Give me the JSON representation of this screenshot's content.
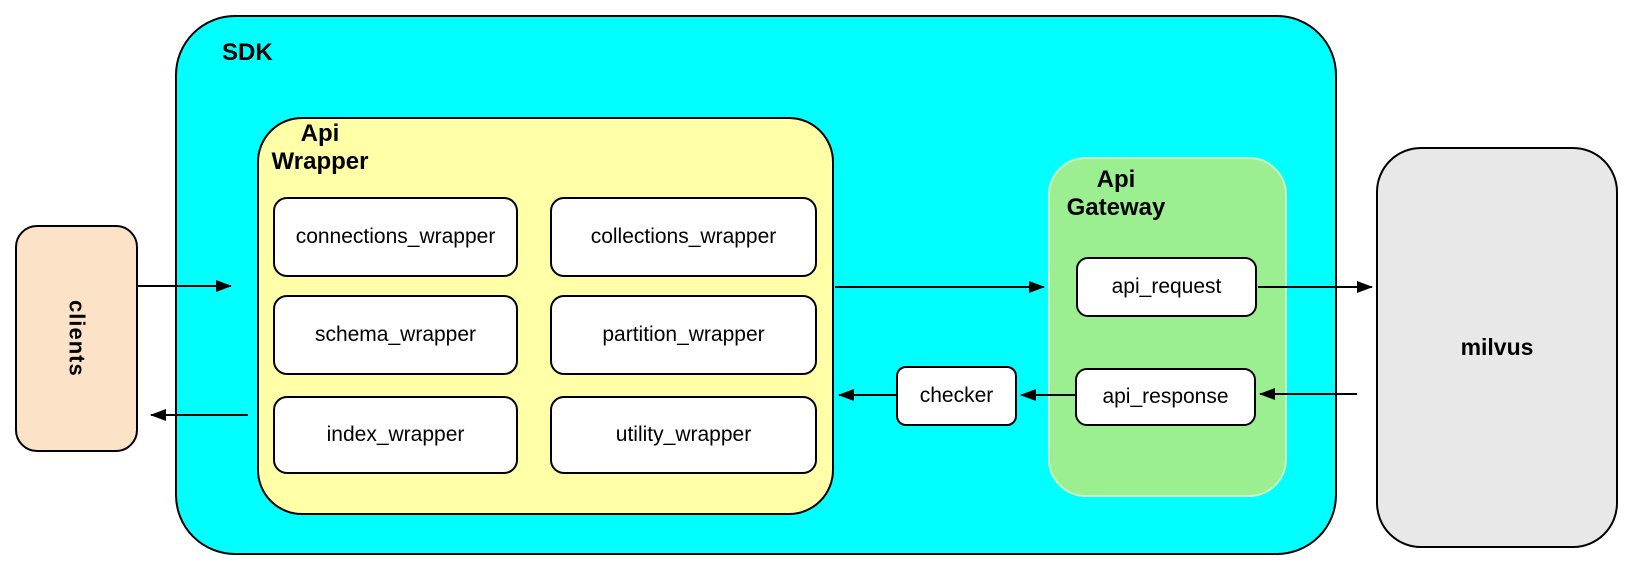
{
  "clients": {
    "label": "clients"
  },
  "sdk": {
    "label": "SDK"
  },
  "api_wrapper": {
    "label_line1": "Api",
    "label_line2": "Wrapper",
    "boxes": [
      "connections_wrapper",
      "collections_wrapper",
      "schema_wrapper",
      "partition_wrapper",
      "index_wrapper",
      "utility_wrapper"
    ]
  },
  "api_gateway": {
    "label_line1": "Api",
    "label_line2": "Gateway",
    "request_label": "api_request",
    "response_label": "api_response"
  },
  "checker": {
    "label": "checker"
  },
  "milvus": {
    "label": "milvus"
  },
  "edges": [
    {
      "from": "clients",
      "to": "sdk"
    },
    {
      "from": "api_wrapper",
      "to": "api_request"
    },
    {
      "from": "api_request",
      "to": "milvus"
    },
    {
      "from": "milvus",
      "to": "api_response"
    },
    {
      "from": "api_response",
      "to": "checker"
    },
    {
      "from": "checker",
      "to": "api_wrapper"
    },
    {
      "from": "sdk",
      "to": "clients"
    }
  ],
  "colors": {
    "sdk_fill": "#00ffff",
    "api_wrapper_fill": "#ffffa8",
    "api_gateway_fill": "#9cef90",
    "clients_fill": "#fce3c8",
    "milvus_fill": "#e8e8e8",
    "node_fill": "#ffffff",
    "border": "#000000"
  }
}
